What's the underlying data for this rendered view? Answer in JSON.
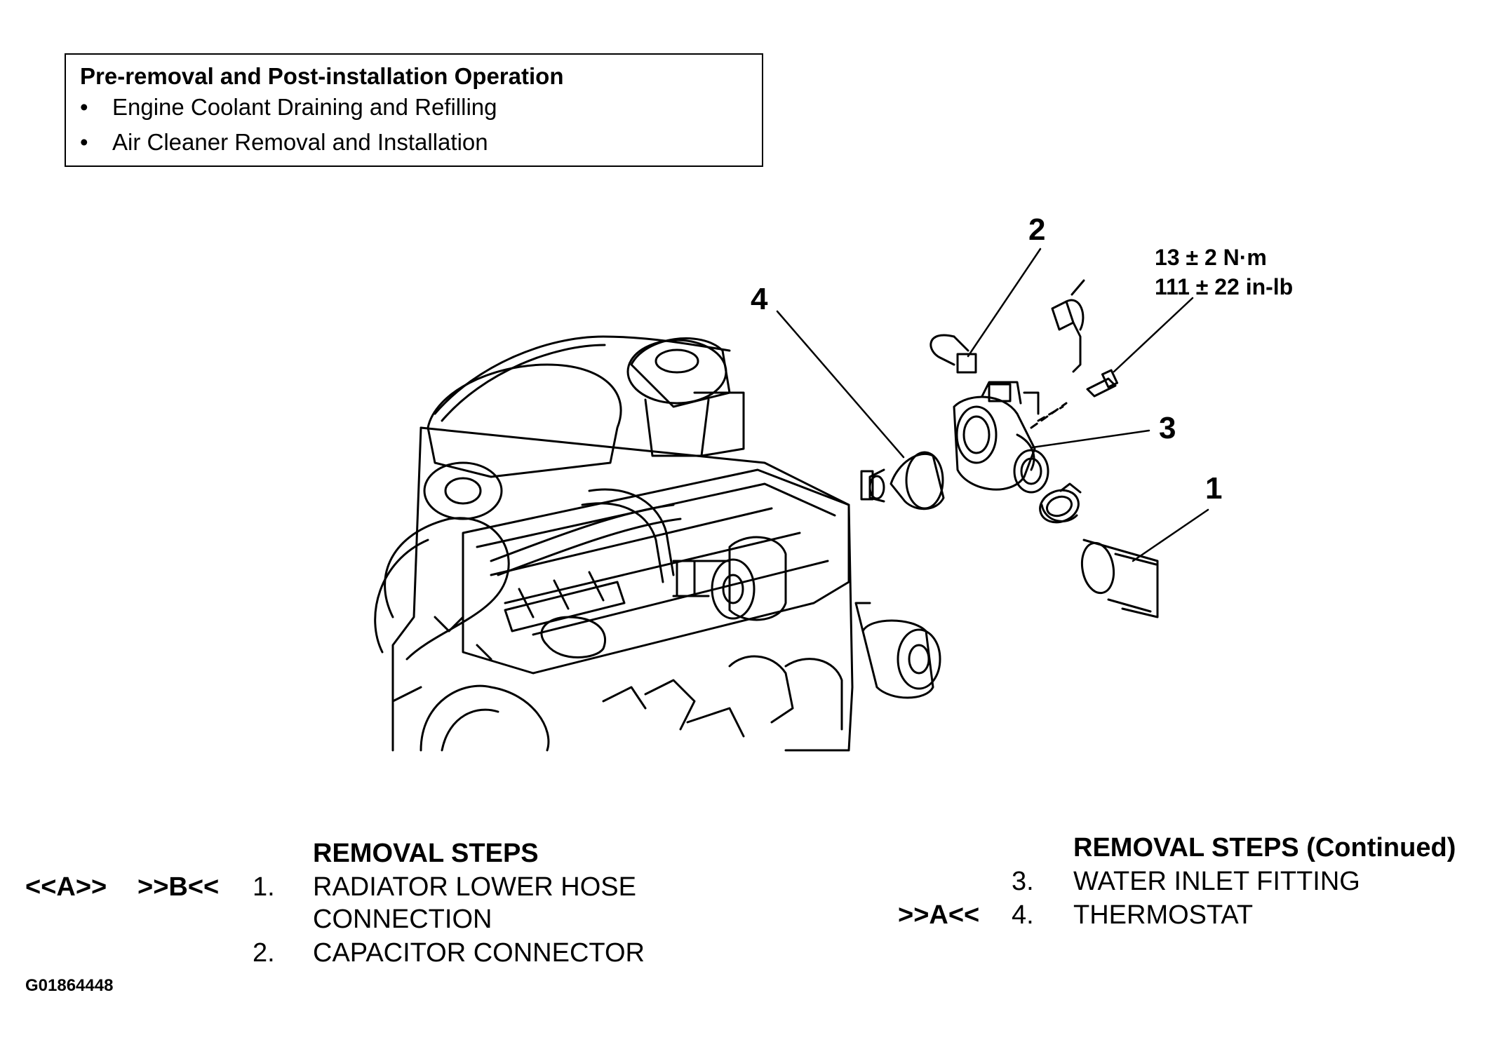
{
  "pre_operation": {
    "title": "Pre-removal and Post-installation Operation",
    "items": [
      {
        "bullet": "•",
        "text": "Engine Coolant Draining and Refilling"
      },
      {
        "bullet": "•",
        "text": "Air Cleaner Removal and Installation"
      }
    ]
  },
  "callouts": {
    "c1": "1",
    "c2": "2",
    "c3": "3",
    "c4": "4"
  },
  "torque": {
    "metric": "13 ± 2 N·m",
    "imperial": "111 ± 22 in-lb"
  },
  "removal_steps": {
    "heading": "REMOVAL STEPS",
    "heading_continued": "REMOVAL STEPS (Continued)",
    "steps": [
      {
        "code_a": "<<A>>",
        "code_b": ">>B<<",
        "num": "1.",
        "line1": "RADIATOR LOWER HOSE",
        "line2": "CONNECTION"
      },
      {
        "num": "2.",
        "line1": "CAPACITOR CONNECTOR"
      },
      {
        "num": "3.",
        "line1": "WATER INLET FITTING"
      },
      {
        "code_b": ">>A<<",
        "num": "4.",
        "line1": "THERMOSTAT"
      }
    ]
  },
  "figure_id": "G01864448"
}
